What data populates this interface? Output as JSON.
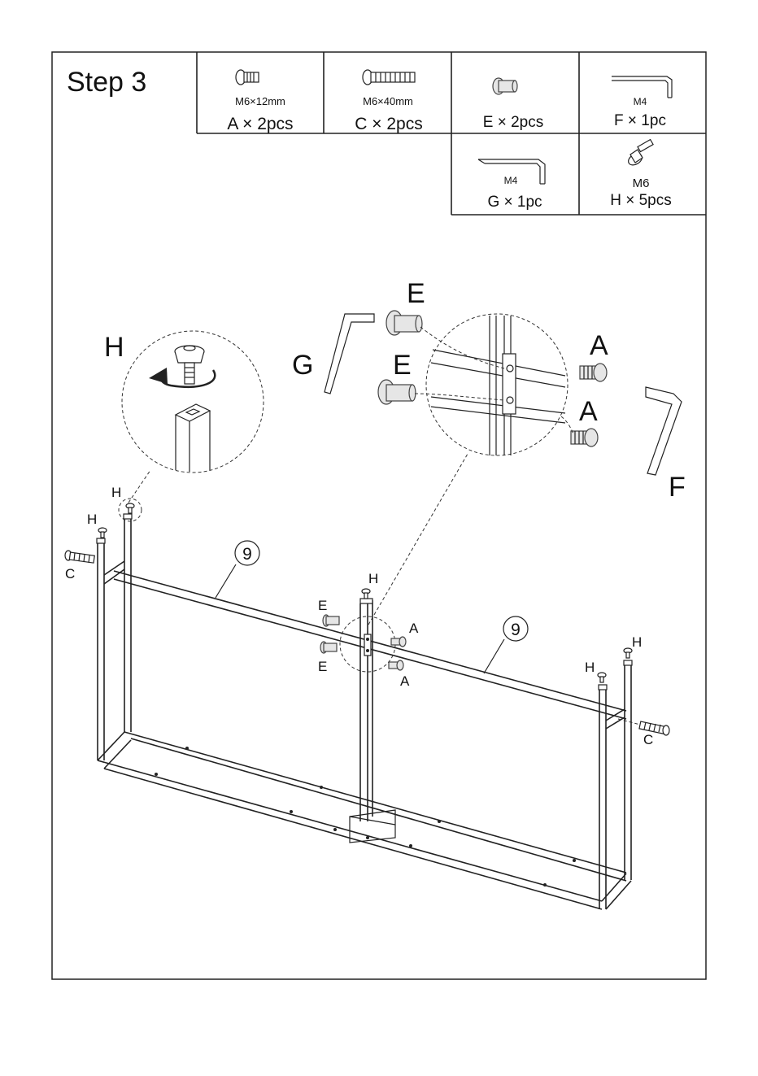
{
  "step_title": "Step 3",
  "parts": [
    {
      "id": "A",
      "size_label": "M6×12mm",
      "qty_label": "A × 2pcs",
      "icon": "short-bolt-icon"
    },
    {
      "id": "C",
      "size_label": "M6×40mm",
      "qty_label": "C × 2pcs",
      "icon": "long-bolt-icon"
    },
    {
      "id": "E",
      "size_label": "",
      "qty_label": "E × 2pcs",
      "icon": "barrel-nut-icon"
    },
    {
      "id": "F",
      "size_label": "M4",
      "qty_label": "F × 1pc",
      "icon": "allen-key-icon"
    },
    {
      "id": "G",
      "size_label": "M4",
      "qty_label": "G × 1pc",
      "icon": "allen-key-icon"
    },
    {
      "id": "H",
      "size_label": "M6",
      "qty_label": "H × 5pcs",
      "icon": "leveling-foot-icon"
    }
  ],
  "callouts": {
    "H": "H",
    "G": "G",
    "E": "E",
    "A": "A",
    "F": "F",
    "C": "C"
  },
  "part_number": "9"
}
